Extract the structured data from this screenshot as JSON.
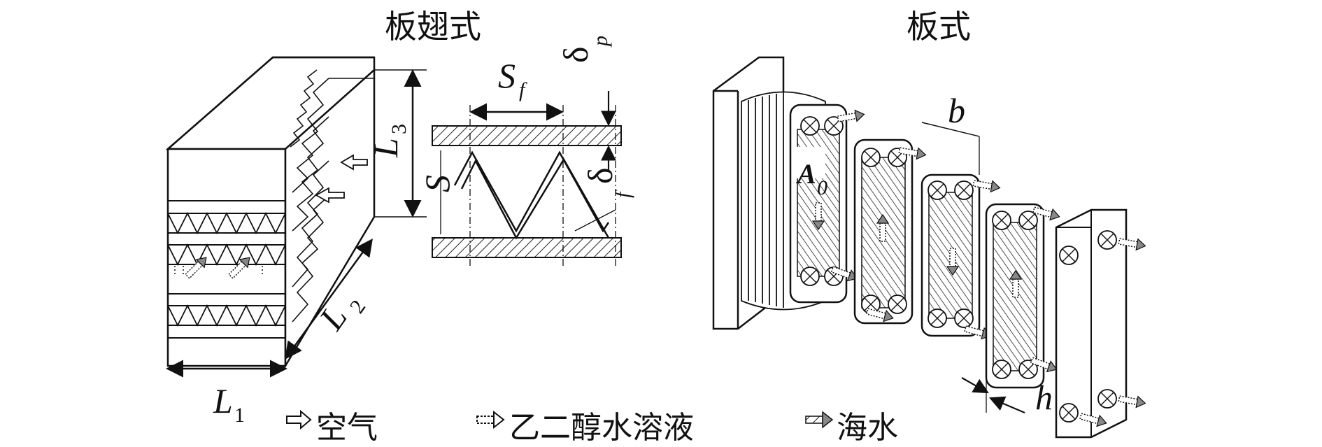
{
  "headings": {
    "plate_fin": "板翅式",
    "plate": "板式"
  },
  "symbols": {
    "L1": {
      "base": "L",
      "sub": "1"
    },
    "L2": {
      "base": "L",
      "sub": "2"
    },
    "L3": {
      "base": "L",
      "sub": "3"
    },
    "Sf": {
      "base": "S",
      "sub": "f"
    },
    "S": "S",
    "delta_p": {
      "base": "δ",
      "sub": "p"
    },
    "delta_f": {
      "base": "δ",
      "sub": "f"
    },
    "b": "b",
    "h": "h",
    "A0": {
      "base": "A",
      "sub": "0"
    }
  },
  "legend": [
    {
      "label": "空气",
      "arrow": "hollow-arrow-icon"
    },
    {
      "label": "乙二醇水溶液",
      "arrow": "dashed-arrow-icon"
    },
    {
      "label": "海水",
      "arrow": "hatched-arrow-icon"
    }
  ],
  "colors": {
    "line": "#111111",
    "hatch": "#333333",
    "background": "#ffffff"
  }
}
